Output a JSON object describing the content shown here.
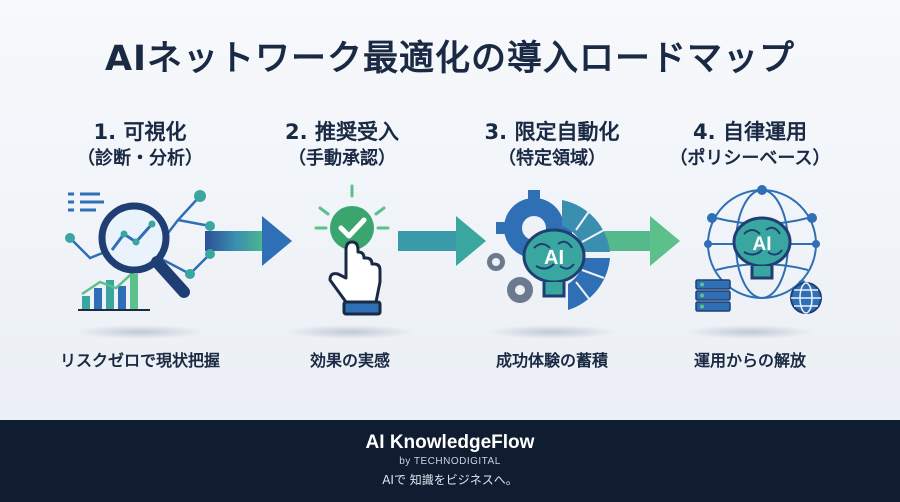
{
  "title": "AIネットワーク最適化の導入ロードマップ",
  "steps": [
    {
      "title": "1. 可視化",
      "subtitle": "（診断・分析）",
      "outcome": "リスクゼロで現状把握",
      "icon": "magnifier-chart-icon"
    },
    {
      "title": "2. 推奨受入",
      "subtitle": "（手動承認）",
      "outcome": "効果の実感",
      "icon": "hand-check-icon"
    },
    {
      "title": "3. 限定自動化",
      "subtitle": "（特定領域）",
      "outcome": "成功体験の蓄積",
      "icon": "ai-gear-brain-icon",
      "badge": "AI"
    },
    {
      "title": "4. 自律運用",
      "subtitle": "（ポリシーベース）",
      "outcome": "運用からの解放",
      "icon": "ai-globe-brain-icon",
      "badge": "AI"
    }
  ],
  "footer": {
    "brand": "AI KnowledgeFlow",
    "byline": "by TECHNODIGITAL",
    "tagline": "AIで 知識をビジネスへ。"
  },
  "colors": {
    "navy": "#1a2a44",
    "blue": "#2f6fb5",
    "teal": "#3aa6a0",
    "green": "#5cc08a",
    "footer_bg": "#101c30"
  }
}
